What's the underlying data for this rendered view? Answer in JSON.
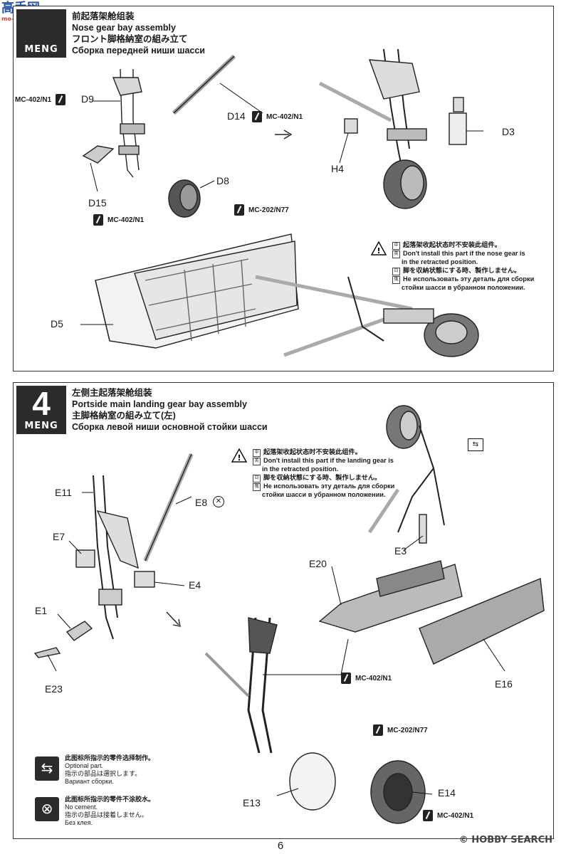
{
  "header_logo": {
    "text": "高手网",
    "sub": "mo-mo.com.cn"
  },
  "step3": {
    "brand": "MENG",
    "title_cn": "前起落架舱组装",
    "title_en": "Nose gear bay assembly",
    "title_jp": "フロント脚格納室の組み立て",
    "title_ru": "Сборка передней ниши шасси",
    "labels": {
      "D9": "D9",
      "D14": "D14",
      "D3": "D3",
      "H4": "H4",
      "D8": "D8",
      "D15": "D15",
      "D5": "D5"
    },
    "paints": {
      "p1": "MC-402/N1",
      "p2": "MC-402/N1",
      "p3": "MC-202/N77",
      "p4": "MC-402/N1"
    },
    "warning": {
      "cn": "起落架收起状态时不安装此组件。",
      "en1": "Don't install this part if the nose gear is",
      "en2": "in the retracted position.",
      "jp": "脚を収納状態にする時、製作しません。",
      "ru1": "Не использовать эту деталь для сборки",
      "ru2": "стойки шасси в убранном положении."
    }
  },
  "step4": {
    "number": "4",
    "brand": "MENG",
    "title_cn": "左侧主起落架舱组装",
    "title_en": "Portside main landing gear bay assembly",
    "title_jp": "主脚格納室の組み立て(左)",
    "title_ru": "Сборка левой ниши основной стойки шасси",
    "labels": {
      "E11": "E11",
      "E8": "E8",
      "E7": "E7",
      "E4": "E4",
      "E1": "E1",
      "E23": "E23",
      "E20": "E20",
      "E3": "E3",
      "E16": "E16",
      "E13": "E13",
      "E14": "E14"
    },
    "paints": {
      "p1": "MC-402/N1",
      "p2": "MC-202/N77",
      "p3": "MC-402/N1"
    },
    "warning": {
      "cn": "起落架收起状态时不安装此组件。",
      "en1": "Don't install this part if the landing gear is",
      "en2": "in the retracted position.",
      "jp": "脚を収納状態にする時、製作しません。",
      "ru1": "Не использовать эту деталь для сборки",
      "ru2": "стойки шасси в убранном положении."
    },
    "legend_optional": {
      "cn": "此图标所指示的零件选择制作。",
      "en": "Optional part.",
      "jp": "指示の部品は選択します。",
      "ru": "Вариант сборки."
    },
    "legend_nocement": {
      "cn": "此图标所指示的零件不涂胶水。",
      "en": "No cement.",
      "jp": "指示の部品は接着しません。",
      "ru": "Без клея."
    }
  },
  "page_number": "6",
  "watermark": "© HOBBY SEARCH",
  "colors": {
    "ink": "#1a1a1a",
    "panel_bg": "#ffffff",
    "step_box": "#2b2b2b"
  }
}
